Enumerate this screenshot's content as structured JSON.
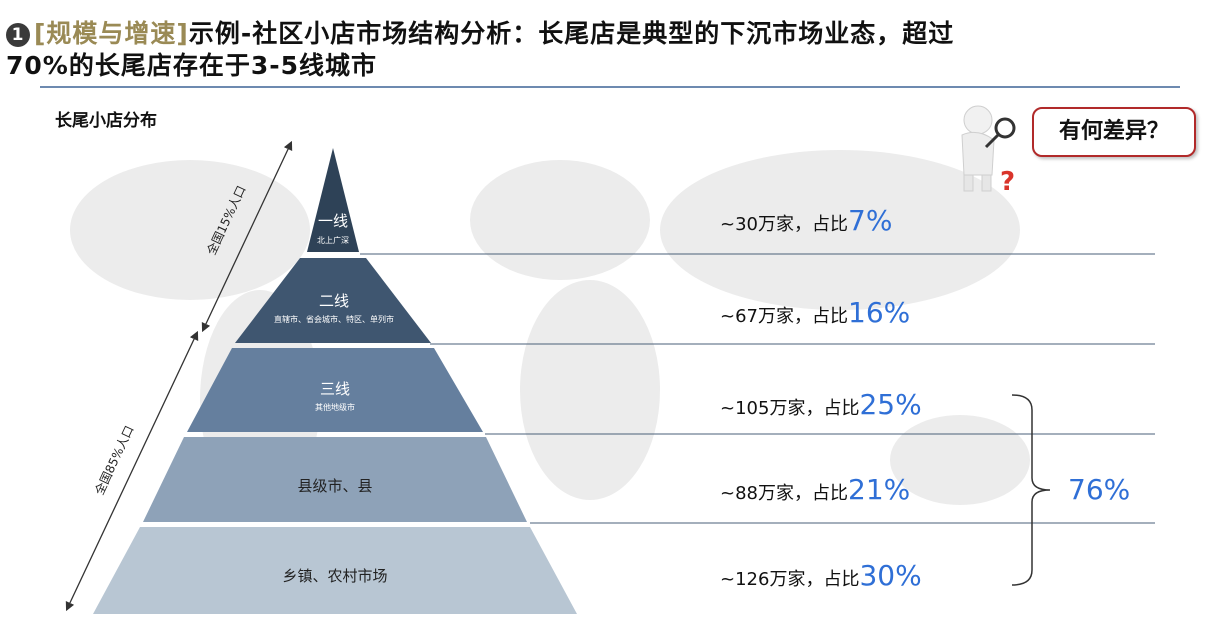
{
  "header": {
    "number": "1",
    "tag": "[规模与增速]",
    "title_line1": "示例-社区小店市场结构分析：长尾店是典型的下沉市场业态，超过",
    "title_line2": "70%的长尾店存在于3-5线城市"
  },
  "subtitle": "长尾小店分布",
  "bubble": "有何差异？",
  "arrows": {
    "top": "全国15%人口",
    "bottom": "全国85%人口"
  },
  "tiers": [
    {
      "name": "一线",
      "desc": "北上广深",
      "stores": "~30",
      "unit": "万家，占比",
      "pct": "7%",
      "color": "#2e4257"
    },
    {
      "name": "二线",
      "desc": "直辖市、省会城市、特区、单列市",
      "stores": "~67",
      "unit": "万家，占比",
      "pct": "16%",
      "color": "#3f5670"
    },
    {
      "name": "三线",
      "desc": "其他地级市",
      "stores": "~105",
      "unit": "万家，占比",
      "pct": "25%",
      "color": "#657f9e"
    },
    {
      "name": "县级市、县",
      "desc": "",
      "stores": "~88",
      "unit": "万家，占比",
      "pct": "21%",
      "color": "#8ea2b8"
    },
    {
      "name": "乡镇、农村市场",
      "desc": "",
      "stores": "~126",
      "unit": "万家，占比",
      "pct": "30%",
      "color": "#b8c6d3"
    }
  ],
  "bracket_total": "76%",
  "colors": {
    "accent_blue": "#2f6fd6",
    "bubble_border": "#b12a2a",
    "rule": "#6d8ab0"
  }
}
